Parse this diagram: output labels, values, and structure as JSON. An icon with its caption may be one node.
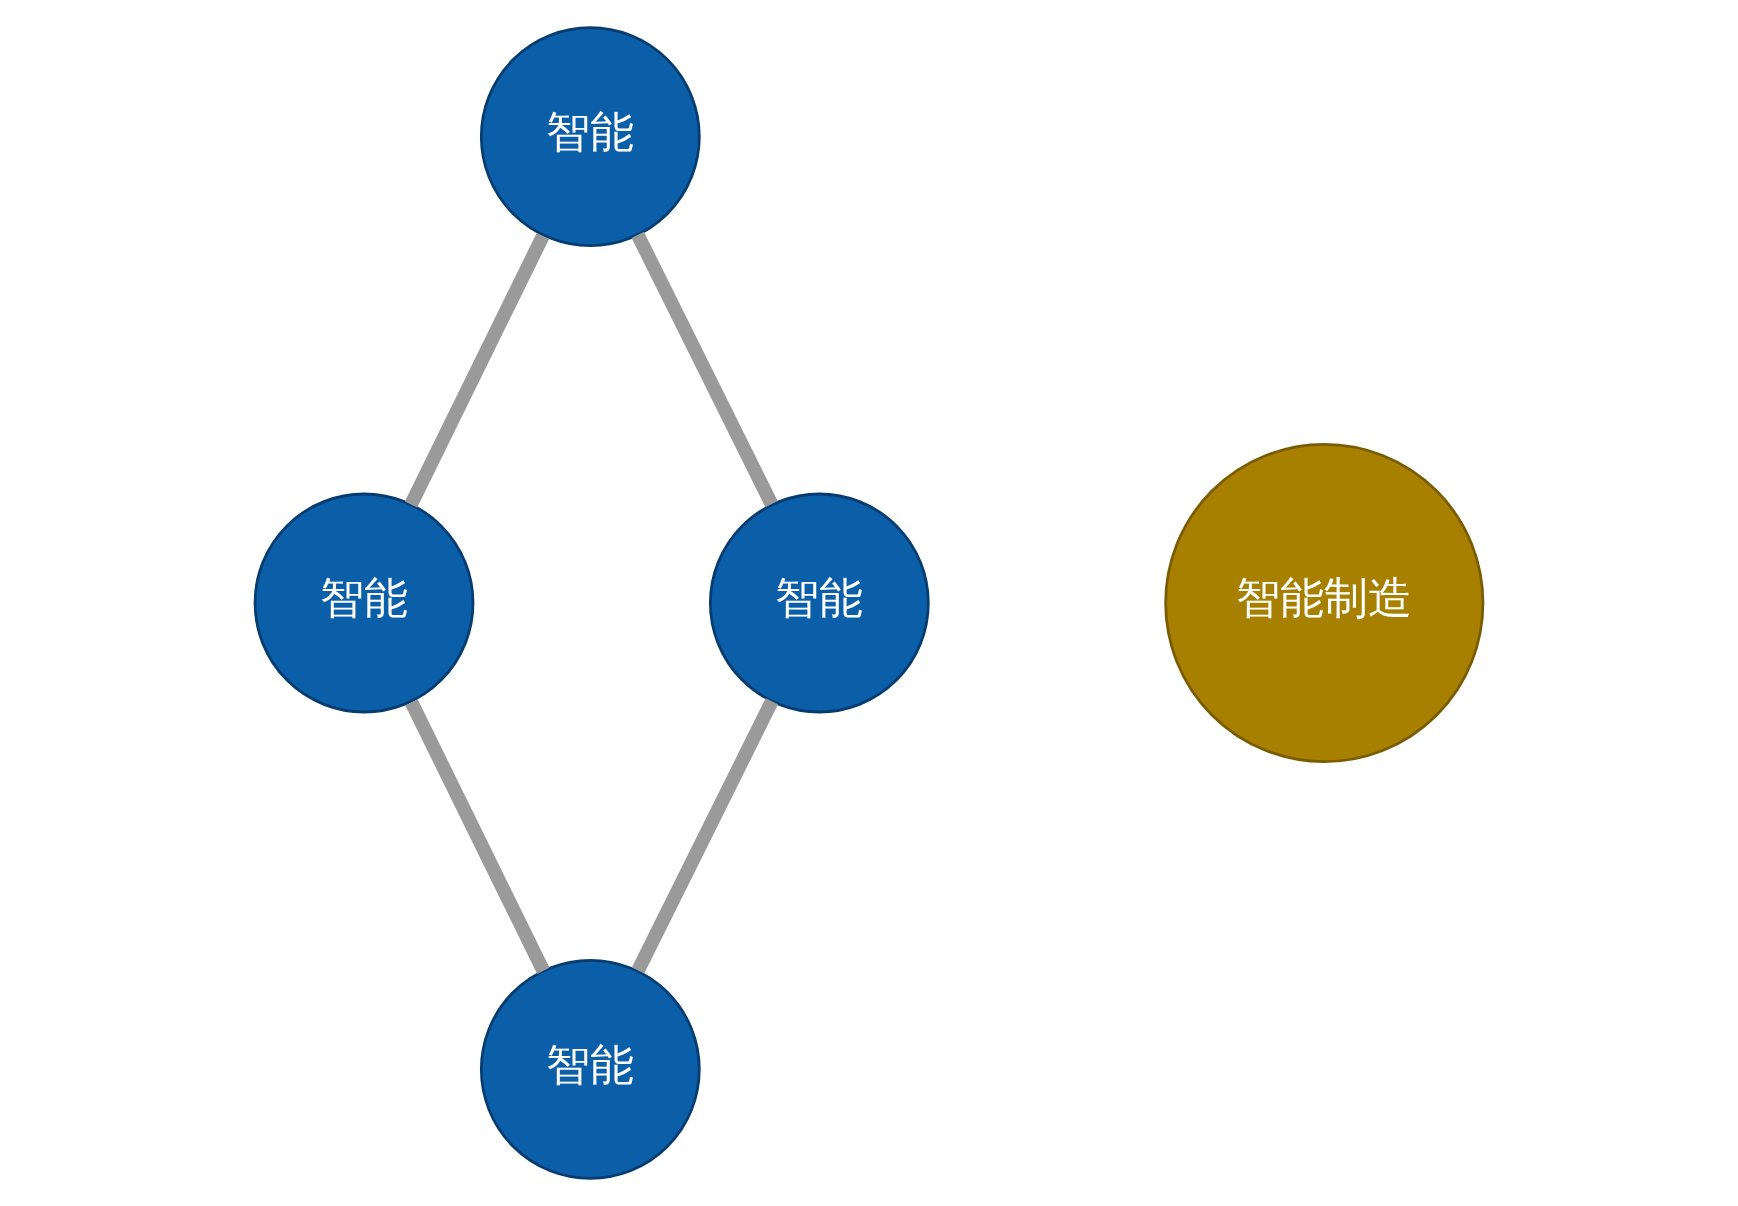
{
  "diagram": {
    "nodes": [
      {
        "text": [
          "智能"
        ]
      },
      {
        "text": [
          "智能"
        ]
      },
      {
        "text": [
          "智能制造"
        ]
      },
      {
        "text": [
          "智能"
        ]
      },
      {
        "text": [
          "智能"
        ]
      }
    ],
    "edges": [
      {
        "from": 0,
        "to": 1,
        "arrow": "none"
      },
      {
        "from": 0,
        "to": 3,
        "arrow": "none"
      },
      {
        "from": 1,
        "to": 4,
        "arrow": "none"
      },
      {
        "from": 3,
        "to": 4,
        "arrow": "none"
      }
    ]
  }
}
